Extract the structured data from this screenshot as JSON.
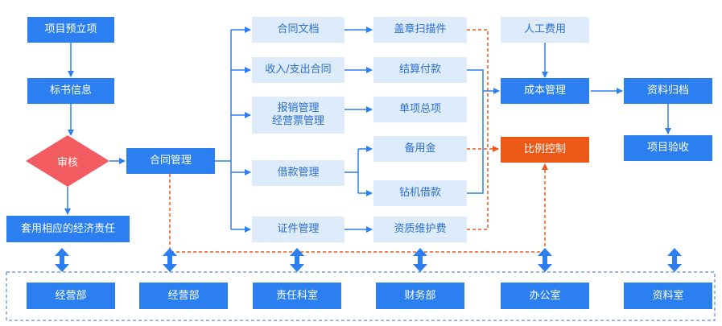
{
  "nodes": {
    "project_setup": "项目预立项",
    "bid_info": "标书信息",
    "review": "审核",
    "economic_duty": "套用相应的经济责任",
    "contract_mgmt": "合同管理",
    "contract_doc": "合同文档",
    "income_expense": "收入/支出合同",
    "reimburse_line1": "报销管理",
    "reimburse_line2": "经营票管理",
    "loan_mgmt": "借款管理",
    "cert_mgmt": "证件管理",
    "stamp_scan": "盖章扫描件",
    "settlement": "结算付款",
    "single_item": "单项总项",
    "reserve_fund": "备用金",
    "drill_loan": "钻机借款",
    "qualification_fee": "资质维护费",
    "labor_cost": "人工费用",
    "cost_mgmt": "成本管理",
    "ratio_control": "比例控制",
    "archive": "资料归档",
    "acceptance": "项目验收"
  },
  "departments": [
    "经营部",
    "经营部",
    "责任科室",
    "财务部",
    "办公室",
    "资料室"
  ],
  "colors": {
    "primary": "#2b7ff0",
    "light": "#deebfa",
    "light_text": "#2a6fd6",
    "accent": "#ec5818",
    "diamond": "#f25c60",
    "dashed_border": "#3a6fc8"
  }
}
